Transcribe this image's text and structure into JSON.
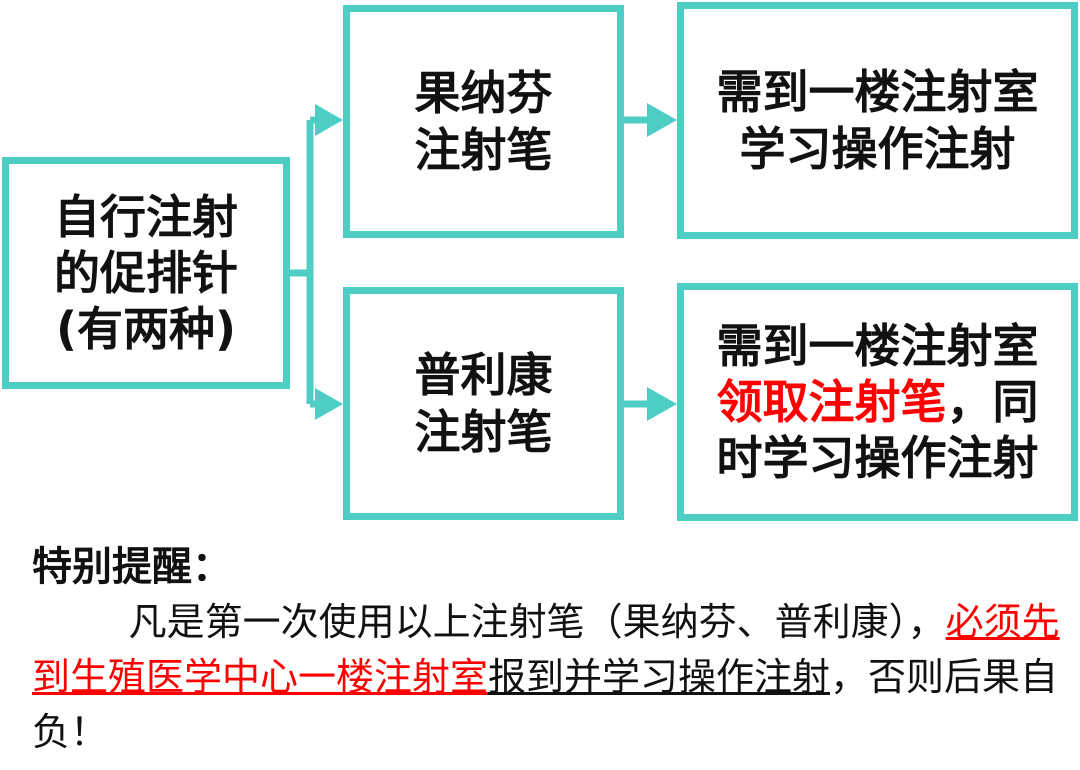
{
  "diagram": {
    "source": {
      "lines": [
        "自行注射",
        "的促排针",
        "(有两种)"
      ]
    },
    "pens": [
      {
        "lines": [
          "果纳芬",
          "注射笔"
        ]
      },
      {
        "lines": [
          "普利康",
          "注射笔"
        ]
      }
    ],
    "results": [
      {
        "lines": [
          "需到一楼注射室",
          "学习操作注射"
        ]
      },
      {
        "line1": "需到一楼注射室",
        "line2_red": "领取注射笔",
        "line2_rest": "，同",
        "line3": "时学习操作注射"
      }
    ],
    "colors": {
      "border": "#4ecdc4",
      "arrow": "#4ecdc4",
      "highlight": "#ff0000"
    }
  },
  "note": {
    "title": "特别提醒：",
    "indent": "        ",
    "p1": "凡是第一次使用以上注射笔（果纳芬、普利康），",
    "red_part": "必须先到生殖医学中心一楼注射室",
    "underlined_part": "报到并学习操作注射",
    "tail": "，否则后果自负！"
  }
}
